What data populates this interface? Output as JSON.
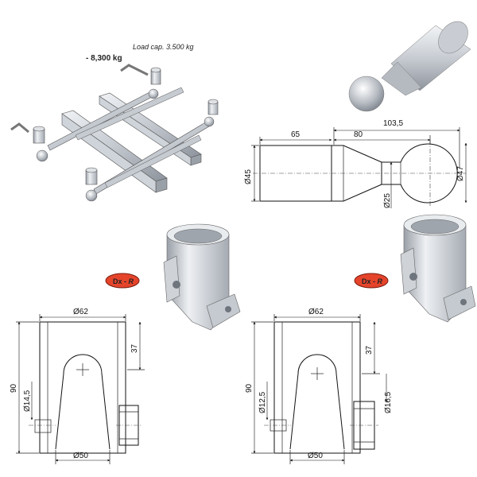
{
  "frame_label": {
    "load_capacity": "Load cap. 3.500 kg",
    "weight": "- 8,300 kg"
  },
  "ball_pin": {
    "dims": {
      "total": "103,5",
      "shank": "65",
      "neck": "80",
      "d_shank": "Ø45",
      "d_neck": "Ø25",
      "d_ball": "Ø47"
    }
  },
  "badges": [
    {
      "text_a": "Dx - ",
      "text_b": "R"
    },
    {
      "text_a": "Dx - ",
      "text_b": "R"
    }
  ],
  "socket_left": {
    "top": "Ø62",
    "height": "90",
    "slot": "37",
    "hole": "Ø14,5",
    "bottom": "Ø50"
  },
  "socket_right": {
    "top": "Ø62",
    "height": "90",
    "slot": "37",
    "hole_left": "Ø12,5",
    "hole_right": "Ø16,5",
    "bottom": "Ø50"
  },
  "colors": {
    "metal_light": "#dfe3e8",
    "metal_mid": "#b9bec5",
    "metal_dark": "#8a9099",
    "badge": "#e5442b",
    "badge_text": "#1a1a1a"
  }
}
